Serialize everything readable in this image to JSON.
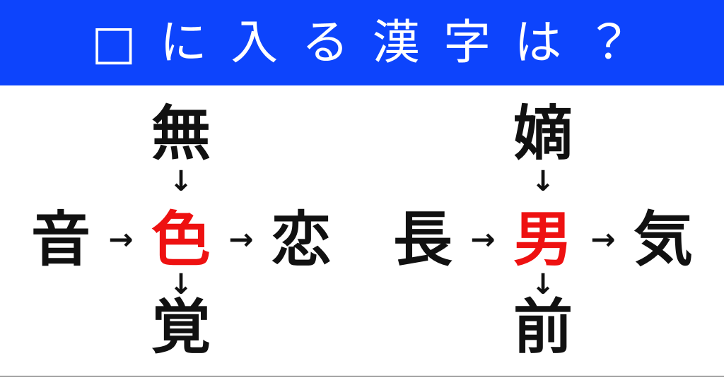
{
  "header": {
    "title": "□ に 入 る 漢 字 は ？",
    "background_color": "#0d44fc",
    "text_color": "#ffffff"
  },
  "colors": {
    "banner_blue": "#0d44fc",
    "answer_red": "#ee1111",
    "kanji_black": "#111111",
    "page_white": "#ffffff",
    "rule_gray": "#3a3a3a"
  },
  "icons": {
    "arrow_right": "→",
    "arrow_down": "↓",
    "empty_box": "□"
  },
  "puzzles": [
    {
      "id": "puzzle-left",
      "top": "無",
      "left": "音",
      "center": "色",
      "right": "恋",
      "bottom": "覚",
      "center_is_answer": true
    },
    {
      "id": "puzzle-right",
      "top": "嫡",
      "left": "長",
      "center": "男",
      "right": "気",
      "bottom": "前",
      "center_is_answer": true
    }
  ]
}
